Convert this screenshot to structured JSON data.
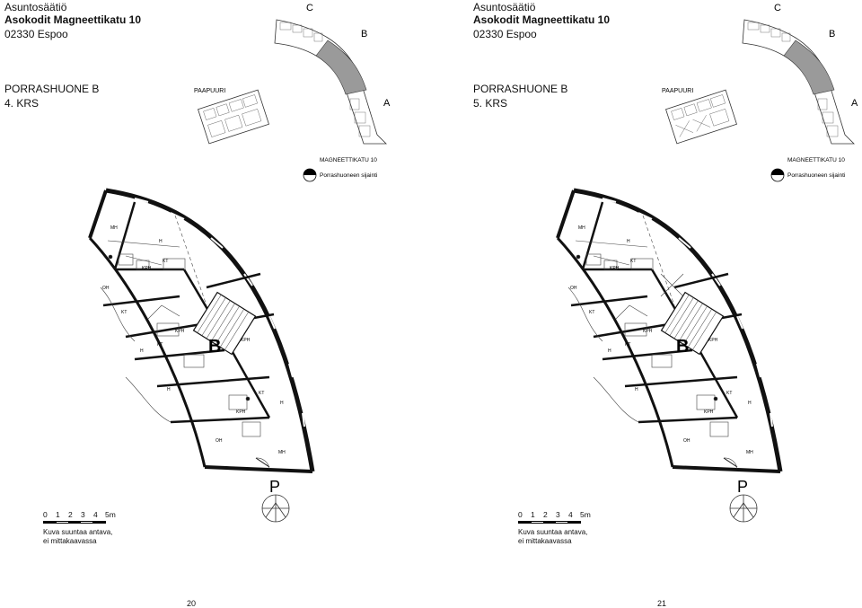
{
  "pages": [
    {
      "org": "Asuntosäätiö",
      "name": "Asokodit Magneettikatu 10",
      "address": "02330 Espoo",
      "stair": "PORRASHUONE B",
      "floor": "4. KRS",
      "page_number": "20"
    },
    {
      "org": "Asuntosäätiö",
      "name": "Asokodit Magneettikatu 10",
      "address": "02330 Espoo",
      "stair": "PORRASHUONE B",
      "floor": "5. KRS",
      "page_number": "21"
    }
  ],
  "keyplan": {
    "label_c": "C",
    "label_b": "B",
    "label_a": "A",
    "paapuuri": "PAAPUURI",
    "street": "MAGNEETTIKATU 10",
    "location_legend": "Porrashuoneen sijainti"
  },
  "plan": {
    "stair_label": "B",
    "rooms": {
      "mh_top": "MH",
      "mh_bottom": "MH",
      "h_top": "H",
      "h_mid": "H",
      "h_right": "H",
      "h_low": "H",
      "oh_left": "OH",
      "oh_bottom": "OH",
      "kt_1": "KT",
      "kt_2": "KT",
      "kt_3": "KT",
      "kt_4": "KT",
      "kph_1": "KPH",
      "kph_2": "KPH",
      "kph_3": "KPH",
      "kph_4": "KPH",
      "p": "P"
    },
    "parking": "P"
  },
  "scale": {
    "ticks": [
      "0",
      "1",
      "2",
      "3",
      "4",
      "5m"
    ],
    "note_line1": "Kuva suuntaa antava,",
    "note_line2": "ei mittakaavassa"
  },
  "colors": {
    "wall": "#111111",
    "shade": "#9a9a9a",
    "line": "#444444"
  }
}
